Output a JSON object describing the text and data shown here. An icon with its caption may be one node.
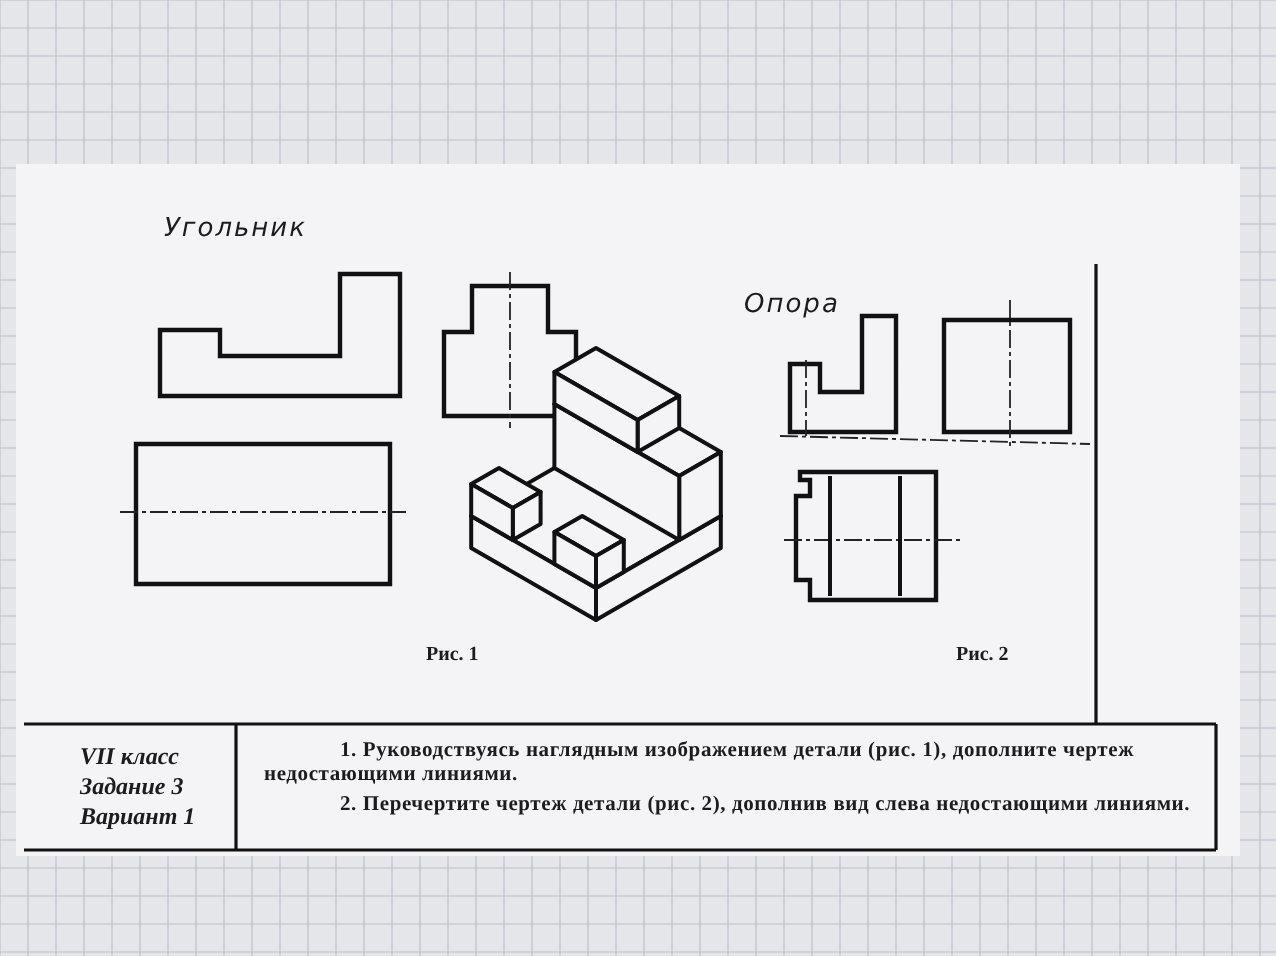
{
  "diagram": {
    "labels": [
      "Угольник",
      "Опора",
      "Рис. 1",
      "Рис. 2",
      "VII класс",
      "Задание 3",
      "Вариант 1",
      "1. Руководствуясь наглядным изображением детали (рис. 1), дополните чертеж недостающими линиями.",
      "2. Перечертите чертеж детали (рис. 2), дополнив вид слева недостающими линиями."
    ]
  }
}
